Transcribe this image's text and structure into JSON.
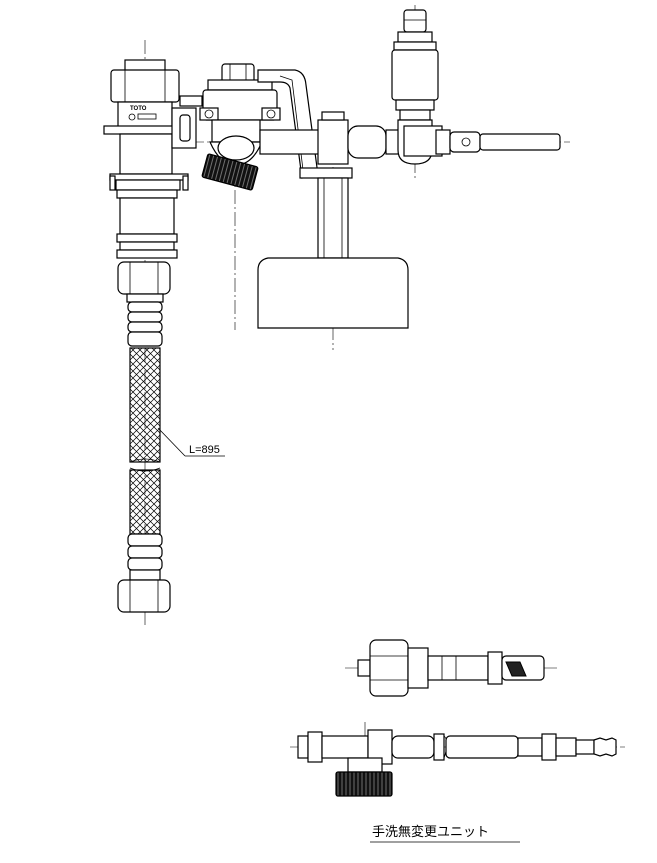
{
  "labels": {
    "hose_length": "L=895",
    "unit_caption": "手洗無変更ユニット",
    "valve_marking": "TOTO"
  }
}
